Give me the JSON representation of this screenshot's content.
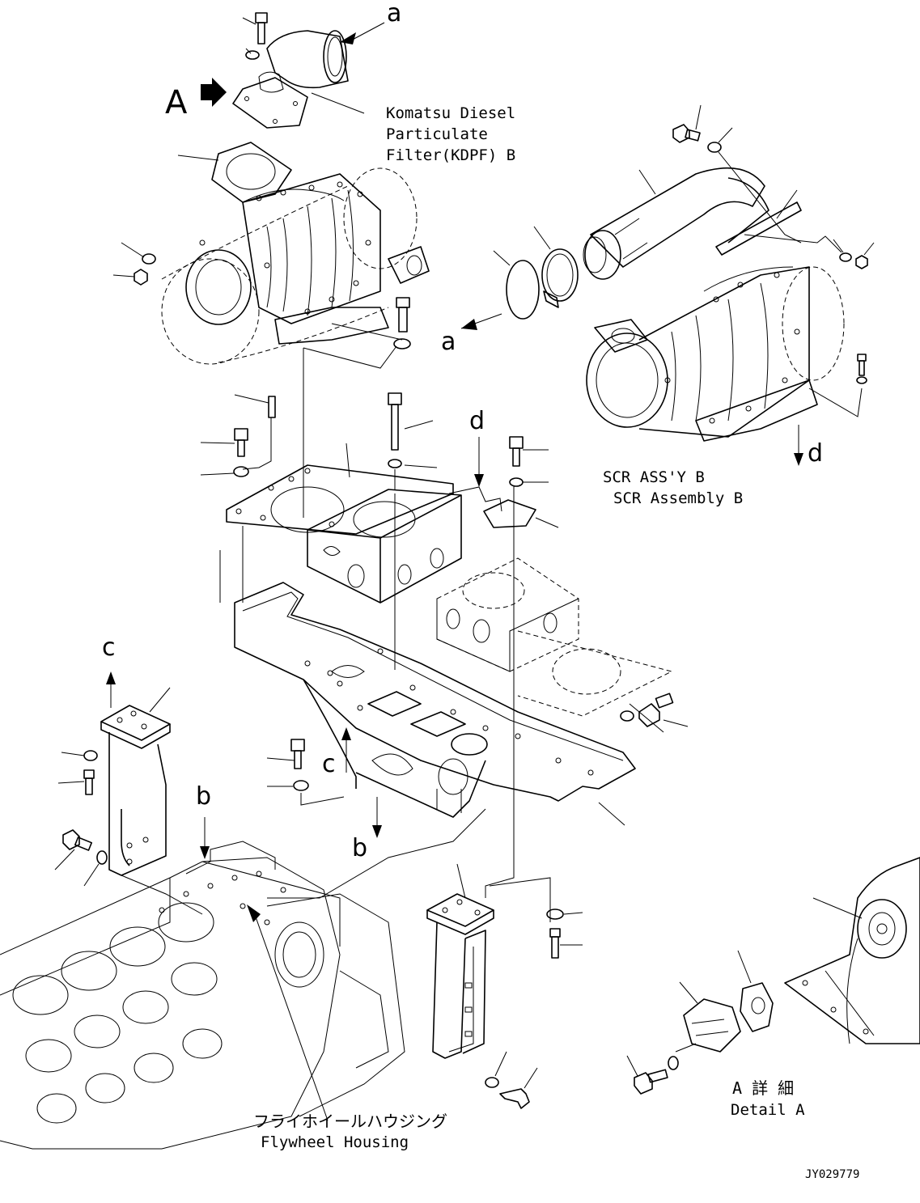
{
  "callouts": {
    "a_top": "a",
    "a_mid": "a",
    "b_left": "b",
    "b_center": "b",
    "c_left": "c",
    "c_center": "c",
    "d_center": "d",
    "d_right": "d",
    "view_A": "A"
  },
  "labels": {
    "kdpf_line1": "Komatsu Diesel",
    "kdpf_line2": "Particulate",
    "kdpf_line3": "Filter(KDPF) B",
    "scr_line1": "SCR ASS'Y B",
    "scr_line2": "SCR Assembly B",
    "flywheel_jp": "フライホイールハウジング",
    "flywheel_en": "Flywheel Housing",
    "detail_jp": "A 詳 細",
    "detail_en": "Detail A",
    "drawing_id": "JY029779"
  }
}
